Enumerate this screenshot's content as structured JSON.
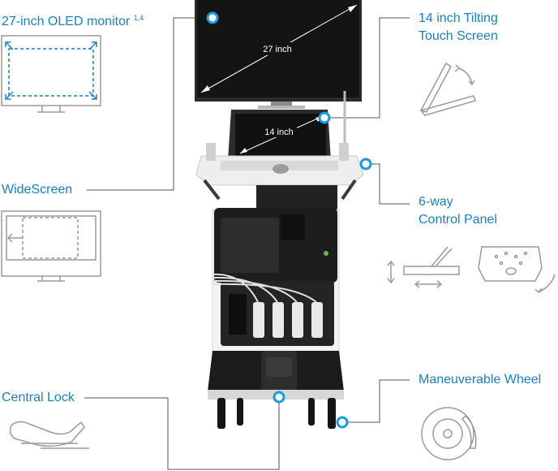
{
  "labels": {
    "oled_monitor": "27-inch OLED monitor",
    "oled_footnote": "1,4",
    "touch_screen_line1": "14 inch Tilting",
    "touch_screen_line2": "Touch Screen",
    "widescreen": "WideScreen",
    "control_panel_line1": "6-way",
    "control_panel_line2": "Control Panel",
    "central_lock": "Central Lock",
    "wheel": "Maneuverable Wheel"
  },
  "dimensions": {
    "monitor_size": "27 inch",
    "touch_size": "14 inch"
  },
  "colors": {
    "accent": "#1a7fc4",
    "line_art": "#9a9a9a",
    "leader_line": "#555555",
    "device_body": "#1b1b1b",
    "device_shell": "#f2f2f2"
  },
  "icons": {
    "callout_marker": "blue-ring-dot",
    "widescreen_diagram": "monitor-outline-expand-arrows",
    "widescreen_split": "monitor-outline-left-arrow",
    "tilt": "tilting-screen-arc-arrow",
    "panel_move": "control-panel-up-down-and-left-right",
    "panel_swivel": "control-panel-swivel",
    "foot_pedal": "foot-on-pedal",
    "wheel": "wheel-with-brake"
  }
}
